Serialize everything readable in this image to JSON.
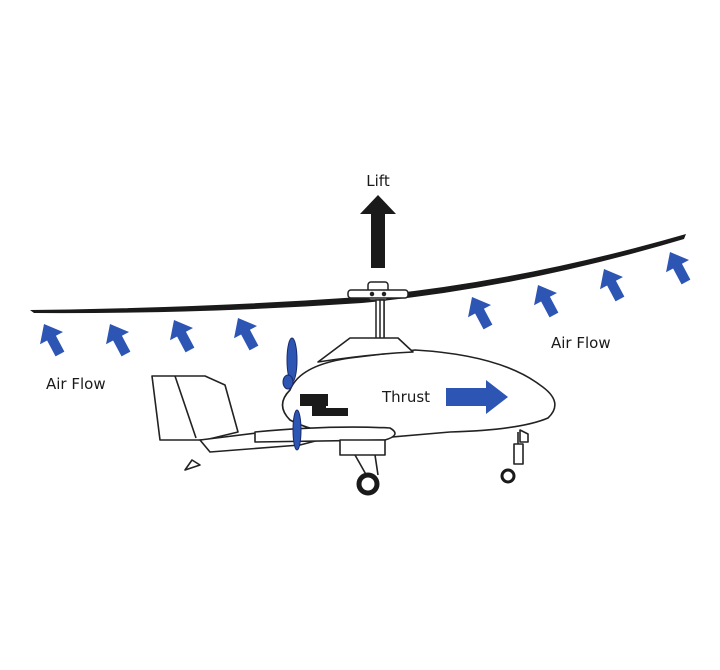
{
  "labels": {
    "lift": "Lift",
    "thrust": "Thrust",
    "air_flow_left": "Air Flow",
    "air_flow_right": "Air Flow"
  },
  "colors": {
    "arrow_blue": "#2d55b3",
    "ink": "#1a1a1a",
    "outline": "#222222",
    "background": "#ffffff"
  }
}
